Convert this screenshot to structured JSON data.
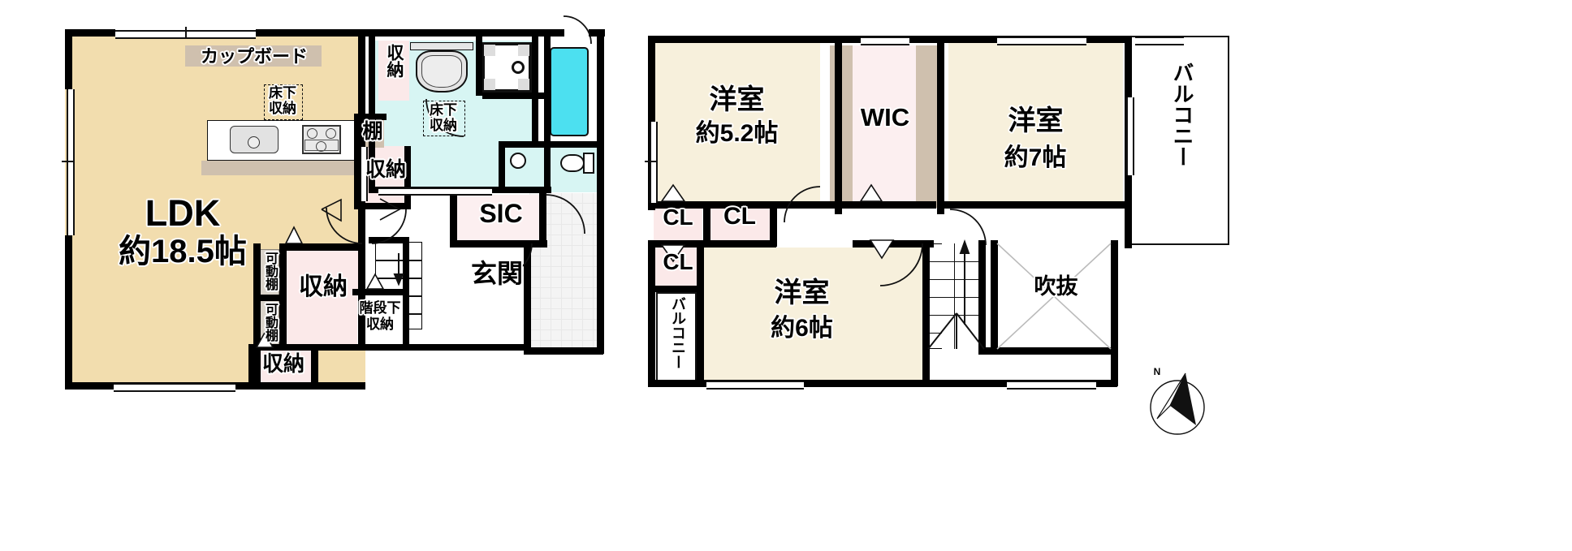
{
  "document": {
    "type": "residential-floor-plan",
    "floors": 2,
    "language": "ja"
  },
  "floor1": {
    "rooms": [
      {
        "key": "ldk",
        "label_main": "LDK",
        "label_sub": "約18.5帖",
        "color": "#f2ddae"
      },
      {
        "key": "genkan",
        "label": "玄関",
        "color": "#f4f4f4"
      },
      {
        "key": "sic",
        "label": "SIC",
        "color": "#fceff0"
      },
      {
        "key": "washroom",
        "label": "",
        "color": "#d7f5f3"
      },
      {
        "key": "bath",
        "label": "",
        "color": "#4ce0f0"
      }
    ],
    "labels": {
      "ldk_main": "LDK",
      "ldk_sub": "約18.5帖",
      "cupboard": "カップボード",
      "under_floor_storage_1": "床下\n収納",
      "under_floor_storage_2": "床下\n収納",
      "shelf_tana": "棚",
      "storage_a": "収納",
      "storage_b": "収納",
      "storage_c": "収納",
      "storage_d": "収納",
      "storage_e": "収納",
      "movable_shelf_1": "可動棚",
      "movable_shelf_2": "可動棚",
      "under_stairs_storage": "階段下\n収納",
      "sic": "SIC",
      "genkan": "玄関"
    },
    "text": {
      "floor_storage_line1": "床下",
      "floor_storage_line2": "収納",
      "stairs_storage_line1": "階段下",
      "stairs_storage_line2": "収納"
    }
  },
  "floor2": {
    "labels": {
      "room_52_main": "洋室",
      "room_52_sub": "約5.2帖",
      "room_7_main": "洋室",
      "room_7_sub": "約7帖",
      "room_6_main": "洋室",
      "room_6_sub": "約6帖",
      "wic": "WIC",
      "cl_1": "CL",
      "cl_2": "CL",
      "cl_3": "CL",
      "balcony_main": "バルコニー",
      "balcony_side": "バルコニー",
      "void": "吹抜"
    }
  },
  "compass": {
    "label": "N",
    "name": "north-arrow"
  },
  "colors": {
    "wall": "#000000",
    "ldk_floor": "#f2ddae",
    "bedroom_floor": "#f7f0dc",
    "closet_floor": "#fceff0",
    "wet_area": "#d7f5f3",
    "bathtub": "#4ce0f0",
    "cabinet": "#cfc0ae",
    "entry_tile": "#f4f4f4",
    "wic_floor": "#fceff0"
  }
}
